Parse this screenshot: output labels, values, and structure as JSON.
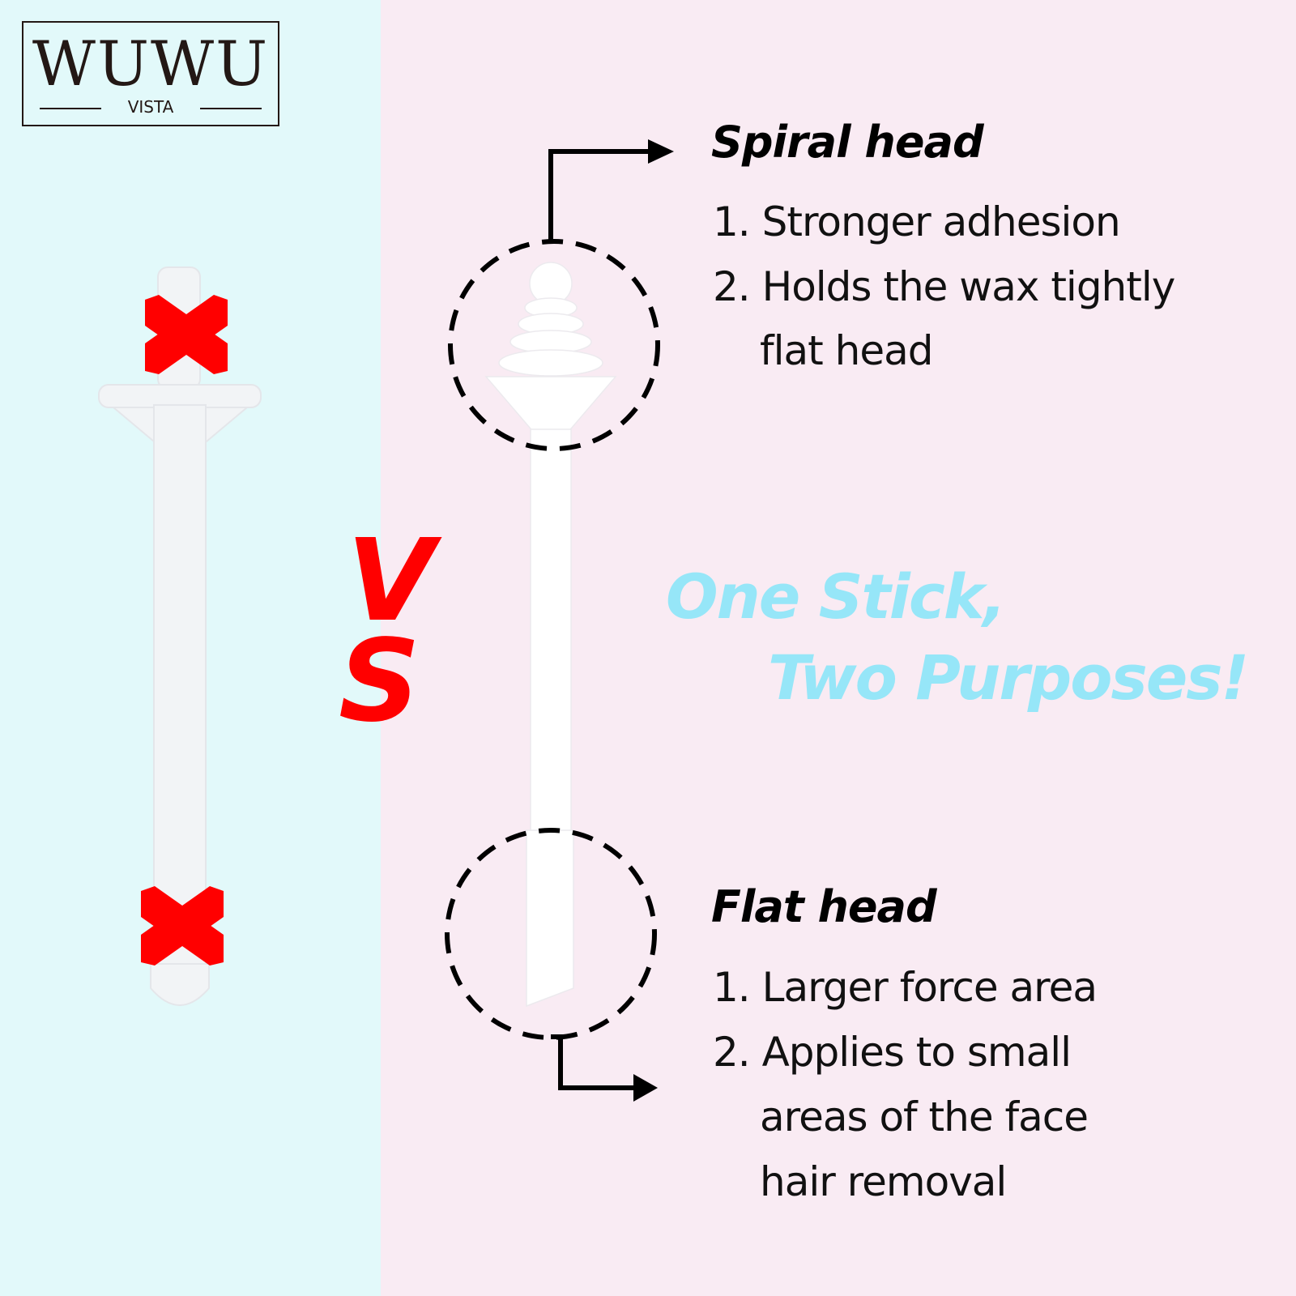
{
  "logo": {
    "brand": "WUWU",
    "sub": "VISTA"
  },
  "vs": {
    "v": "V",
    "s": "S"
  },
  "spiral": {
    "title": "Spiral head",
    "items": [
      "1. Stronger adhesion",
      "2. Holds the wax tightly",
      "flat head"
    ]
  },
  "flat": {
    "title": "Flat head",
    "items": [
      "1. Larger force area",
      "2. Applies to small",
      "areas of the face",
      "hair removal"
    ]
  },
  "slogan": {
    "line1": "One Stick,",
    "line2": "Two Purposes!"
  },
  "colors": {
    "left_bg": "#e2f9fa",
    "right_bg": "#f9ebf3",
    "cross": "#ff0000",
    "slogan": "#96e6f8"
  }
}
